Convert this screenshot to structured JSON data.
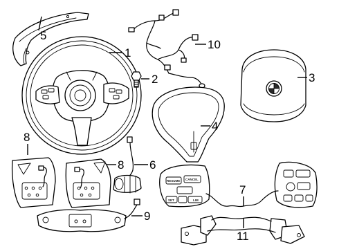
{
  "diagram": {
    "callouts": [
      {
        "id": "1",
        "label": "1"
      },
      {
        "id": "2",
        "label": "2"
      },
      {
        "id": "3",
        "label": "3"
      },
      {
        "id": "4",
        "label": "4"
      },
      {
        "id": "5",
        "label": "5"
      },
      {
        "id": "6",
        "label": "6"
      },
      {
        "id": "7",
        "label": "7"
      },
      {
        "id": "8a",
        "label": "8"
      },
      {
        "id": "8b",
        "label": "8"
      },
      {
        "id": "9",
        "label": "9"
      },
      {
        "id": "10",
        "label": "10"
      },
      {
        "id": "11",
        "label": "11"
      }
    ],
    "switch_text": {
      "resume": "RESUME",
      "cancel": "CANCEL",
      "set": "SET",
      "lim": "LIM"
    }
  }
}
